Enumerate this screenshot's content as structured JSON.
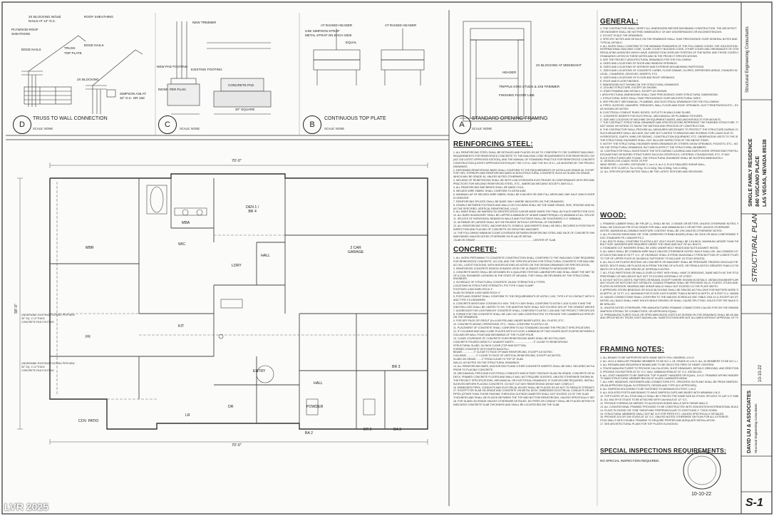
{
  "watermark": "LVR 2025",
  "sheet_number": "S-1",
  "date": "10-10-22",
  "titleblock": {
    "sheet_title": "STRUCTURAL PLAN",
    "firm_name": "DAVID LIU & ASSOCIATES",
    "firm_sub": "Structural Engineering Consultants",
    "project_line1": "SINGLE FAMILY RESIDENCE",
    "project_line2": "840 VISCANO PLACE",
    "project_line3": "LAS VEGAS, NEVADA 89138"
  },
  "details": [
    {
      "id": "D",
      "title": "TRUSS TO WALL CONNECTION",
      "scale": "SCALE: NONE"
    },
    {
      "id": "C",
      "title": "",
      "scale": "SCALE: NONE"
    },
    {
      "id": "B",
      "title": "CONTINUOUS TOP PLATE",
      "scale": "SCALE: NONE"
    },
    {
      "id": "A",
      "title": "STANDARD OPENING FRAMING",
      "scale": "SCALE: NONE"
    }
  ],
  "detail_labels": {
    "d1": "2X BLOCKING W/16d",
    "d2": "NAILS AT 12\" O.C.",
    "d3": "PLYWOOD ROOF",
    "d4": "SHEATHING",
    "d5": "ROOF SHEATHING",
    "d6": "EDGE NAILS",
    "d7": "TRUSS",
    "d8": "TOP PLATE",
    "d9": "EDGE NAILS",
    "d10": "2X BLOCKING",
    "d11": "SIMPSON A35 AT",
    "d12": "32\" O.C. OR 16d",
    "c1": "NEW TRIMMER",
    "c2": "EXISTING FOOTING",
    "c3": "NEW PAD FOOTING",
    "c4": "CONCRETE PAD",
    "c5": "REINF. PER PLAN",
    "c6": "20\" SQUARE",
    "b1": "USE SIMPSON STRAP",
    "b2": "METAL STRAP ON EACH SIDE",
    "b3": "EQUAL",
    "b4": "AT RAISED HEADER",
    "b5": "AT RAISED HEADER",
    "a1": "HEADER",
    "a2": "TRIPPLE KING STUDS & 4X6 TRIMMER",
    "a3": "FINISHED FLOOR LINE",
    "a4": "2X BLOCKING AT MIDHEIGHT"
  },
  "plan": {
    "dim_top": "70'-0\"",
    "dim_bottom": "70'-0\"",
    "dim_left": "58'-0\"",
    "rooms": [
      {
        "name": "MBR",
        "sub": ""
      },
      {
        "name": "MBA",
        "sub": ""
      },
      {
        "name": "DEN 1 /",
        "sub": "BR 4"
      },
      {
        "name": "2 CAR",
        "sub": "GARAGE"
      },
      {
        "name": "HALL",
        "sub": ""
      },
      {
        "name": "LDRY",
        "sub": ""
      },
      {
        "name": "WIC",
        "sub": ""
      },
      {
        "name": "KIT",
        "sub": ""
      },
      {
        "name": "FR",
        "sub": ""
      },
      {
        "name": "ENTRY",
        "sub": ""
      },
      {
        "name": "HALL",
        "sub": ""
      },
      {
        "name": "LR",
        "sub": ""
      },
      {
        "name": "DR",
        "sub": ""
      },
      {
        "name": "BR 3",
        "sub": ""
      },
      {
        "name": "BR 2",
        "sub": ""
      },
      {
        "name": "BA 2",
        "sub": ""
      },
      {
        "name": "BA 3",
        "sub": ""
      },
      {
        "name": "POWDER",
        "sub": ""
      },
      {
        "name": "COV. PATIO",
        "sub": ""
      }
    ],
    "footing_notes": [
      "UNDERMINE EXISTING FOOTING PER NEW",
      "30\" SQ. X 12\"THICK",
      "CONCRETE PAD FOOTING"
    ]
  },
  "sections": {
    "general": "GENERAL:",
    "reinforcing": "REINFORCING STEEL:",
    "concrete": "CONCRETE:",
    "wood": "WOOD:",
    "framing": "FRAMING NOTES:",
    "inspections": "SPECIAL INSPECTIONS REQUIREMENTS:",
    "inspections_text": "NO SPECIAL INSPECTION REQUIRED."
  },
  "notes": {
    "general": [
      "1. THE CONTRACTOR SHALL VERIFY ALL DIMENSIONS BEFORE BEGINNING CONSTRUCTION. THE ARCHITECT",
      "   OR ENGINEER SHALL BE NOTIFIED IMMEDIATELY OF ANY DISCREPANCIES OR INCONSISTENCIES.",
      "2. DO NOT SCALE THE DRAWINGS.",
      "3. SPECIFIC NOTES AND DETAILS ON THE DRAWINGS SHALL TAKE PRECEDENCE OVER GENERAL NOTES AND",
      "   TYPICAL DETAILS.",
      "4. ALL WORK SHALL CONFORM TO THE MINIMUM STANDARDS OF THE FOLLOWING CODES: THE 2018 EDITION OF",
      "   INTERNATIONAL BUILDING CODE, CLARK COUNTY BUILDING CODE, OTHER CODES AND ORDINANCES OF OTHER",
      "   REGULATING AGENCIES WHICH HAVE JURISDICTION OVER ANY PORTION OF THE WORK, AND THOSE CODES AND",
      "   STANDARDS LISTED IN THESE NOTES AND IN THE PROJECT SPECIFICATIONS.",
      "5. SEE THE PROJECT ARCHITECTURAL DRAWINGS FOR THE FOLLOWING:",
      "   A. SIZES AND LOCATIONS OF DOOR AND WINDOW OPENINGS.",
      "   B. SIZES AND LOCATIONS OF INTERIOR AND EXTERIOR NON-BEARING PARTITIONS.",
      "   C. SIZES AND LOCATIONS OF CONCRETE CURBS, FLOOR DRAINS, SLOPES, DEPRESSED AREAS, CHANGES IN",
      "      LEVEL, CHAMFERS, GROOVES, INSERTS, ETC.",
      "   D. SIZES AND LOCATIONS OF FLOOR AND ROOF OPENINGS.",
      "   E. ROOF AND FLOOR FINISHES.",
      "   F. DIMENSIONS NOT SHOWN ON THE STRUCTURAL DRAWINGS.",
      "   G. CEILING STRUCTURE, EXCEPT AS SHOWN.",
      "   H. STAIR FRAMING AND DETAILS, EXCEPT AS SHOWN.",
      "   I. ARCHITECTURAL DIMENSIONS SHALL TAKE PRECEDENCE OVER STRUCTURAL DIMENSIONS.",
      "   J. STRUCTURAL SIZES SHALL TAKE PRECEDENCE OVER ARCHITECTURAL SIZES.",
      "6. SEE PROJECT MECHANICAL, PLUMBING, AND ELECTRICAL DRAWINGS FOR THE FOLLOWING:",
      "   A. PIPES, SLEEVES, HANGERS, TRENCHES, WALL FLOOR AND ROOF OPENINGS, DUCT PENETRATION ETC., EXCEPT",
      "      AS SHOWN OR NOTED.",
      "   B. ELECTRICAL CONDUIT RUNS, BOXES, OUTLETS IN WALLS AND SLABS.",
      "   C. CONCRETE INSERTS FOR ELECTRICAL, MECHANICAL OR PLUMBING FIXTURES.",
      "   D. SIZE AND LOCATION OF MACHINE OR EQUIPMENT BASES, AND ANCHOR BOLTS FOR MOUNTS.",
      "7. THE CONTRACT STRUCTURAL DRAWINGS AND SPECIFICATIONS REPRESENT THE FINISHED STRUCTURE. THEY DO",
      "   NOT SHOW OR INTEND TO SHOW THE METHOD AND PROCESS OF CONSTRUCTION.",
      "8. THE CONTRACTOR SHALL PROVIDE ALL MEASURES NECESSARY TO PROTECT THE STRUCTURE DURING CONSTRUCTION.",
      "   SUCH MEASURES SHALL INCLUDE, BUT ARE NOT LIMITED TO BRACING AND SHORING FOR LOADS DUE TO",
      "   HYDROSTATIC, EARTH, WIND OR SEISMIC, CONSTRUCTION EQUIPMENT, ETC. OBSERVATION VISITS TO THE SITE BY",
      "   THE STRUCTURAL ENGINEER SHALL NOT INCLUDE INSPECTION OF THE ABOVE ITEMS.",
      "9. NOTIFY THE STRUCTURAL ENGINEER WHEN DRAWINGS BY OTHERS SHOW OPENINGS, POCKETS, ETC., NOT SHOWN",
      "   ON THE STRUCTURAL DRAWINGS, BUT WHICH AFFECT THE STRUCTURAL MEMBERS.",
      "10. CONTRACTOR SHALL INVESTIGATE THE SITE DURING CLEARING AND EARTH WORK OPERATIONS FOR FILLED",
      "   EXCAVATIONS OR BURIED STRUCTURES SUCH AS CESSPOOLS, CISTERNS, FOUNDATIONS, ETC. IF ANY",
      "   SUCH STRUCTURES ARE FOUND, THE STRUCTURAL ENGINEER SHALL BE NOTIFIED IMMEDIATELY.",
      "11. DESIGN LIVE LOADS: ROOF  20 PSF",
      "   WIND SPEED = 115 MPH, EXPOSURE C, Iw=1.0, Ie=1.0, R=6.5 FINALIZED SHEAR WALL,",
      "   SEISMIC SITE CLASS D, Ss=1.031g, S1=0.342g, Sds=0.563g, Sd1=0.283g.",
      "12. ALL SPECIFICATIONS NOTED SHALL BE THE LATEST EDITIONS AND REVISIONS."
    ],
    "reinforcing": [
      "1. ALL REINFORCING STEEL SHALL BE DETAILED AND PLACED SO AS TO CONFORM TO THE CURRENT BUILDING CODE",
      "   REQUIREMENTS FOR REINFORCED CONCRETE TO THE BUILDING CODE REQUIREMENTS FOR REINFORCED CONCRETE",
      "   (ACI 318 LATEST APPROVED EDITION), AND THE MANUAL OF STANDARD PRACTICE FOR REINFORCED CONCRETE",
      "   CONSTRUCTION (LATEST APPROVED EDITION) BY THE C.R.S.I. AND THE W.C.R.S.I., AS MODIFIED BY THE PROJECT",
      "   DRAWINGS.",
      "2. DEFORMED REINFORCING BARS SHALL CONFORM TO THE REQUIREMENTS OF ASTM A-615 GRADE 60, EXCEPT",
      "   FOR TIES, STIRRUPS AND REINFORCING BARS IN NON-STRUCTURAL CONCRETE SUCH AS SLABS ON GRADE,",
      "   WHICH MAY BE GRADE 40, UNLESS NOTED OTHERWISE.",
      "3. WELDING OF REINFORCING SHALL BE WITH LOW-HYDROGEN ELECTRODES IN CONFORMANCE WITH RECOMMENDED",
      "   PRACTICES FOR WELDING REINFORCED STEEL, ETC., AMERICAN WELDING SOCIETY, AWS D1.4.",
      "4. ALL REINFORCING BAR BENDS SHALL BE MADE COLD.",
      "5. WELDED WIRE FABRIC SHALL CONFORM TO ASTM A185.",
      "6. MINIMUM LAP OF WELDED WIRE FABRIC SHALL BE 8 INCHES OR ONE FULL MESH AND ONE HALF, WHICH EVER",
      "   IS GREATER.",
      "7. REINFORCING SPLICES SHALL BE MADE ONLY WHERE INDICATED ON THE DRAWINGS.",
      "8. DOWELS BETWEEN FOOTINGS AND WALLS OR COLUMNS SHALL BE THE SAME GRADE, SIZE, SPACING AND NUMBER",
      "   AS THE SPECIFIED, VERTICAL REINFORCING, U.N.O.",
      "9. ALL BARS SHALL BE MARKED SO IDENTIFICATION CAN BE MADE WHEN THE FINAL IN-PLACE INSPECTION OCCURS.",
      "10. ALL BARS IN MASONRY SHALL BE LAPPED A MINIMUM OF 48 BAR DIAMETERS(48 x D) MINIMUM AT ALL SPLICES, U.N.O.",
      "11. SPLICES OF HORIZONTAL REBARS IN WALLS AND FOOTINGS SHALL BE STAGGERED 4'-0\" MINIMUM.",
      "12. #5 REBAR OR LARGER SHALL NOT BE RE-BENT WITHOUT APPROVAL OF ENGINEER.",
      "13. ALL REINFORCING STEEL, ANCHOR BOLTS, DOWELS, AND INSERTS SHALL BE WELL SECURED IN POSITION PRIOR TO",
      "   INSPECTION AND PLACING OF CONCRETE OR GROUTING MASONRY.",
      "14. THE FOLLOWING MINIMUM CLEAR COVERAGE BETWEEN REINFORCING STEEL AND FACE OF CONCRETE SHALL BE",
      "   MAINTAINED UNLESS NOTED OTHERWISE ON PLAN OR DETAIL:",
      "   -SLAB ON GRADE .................................................................................CENTER OF SLAB",
      "   -CONCRETE BELOW GRADE, FORMED ....................................................................3 INCHES",
      "   -CONCRETE BELOW GRADE, UNFORMED/POURED AGAINST EARTH ....................................3 INCHES"
    ],
    "concrete": [
      "1. ALL WORK PERTAINING TO CONCRETE CONSTRUCTION SHALL CONFORM TO THE 'BUILDING CODE REQUIREMENTS",
      "   FOR REINFORCED CONCRETE', ACI 318, AND THE 'SPECIFICATIONS FOR STRUCTURAL CONCRETE FOR BUILDINGS',",
      "   ACI 301, LATEST EDITIONS, WITH MODIFICATIONS AS NOTED ON THE DESIGN DRAWINGS OR SPECIFICATION.",
      "2. REINFORCED CONCRETE DESIGN IS BASED UPON THE ULTIMATE STRENGTH DESIGN METHOD.",
      "3. CONCRETE MIXES SHALL BE DESIGNED BY A QUALIFIED TESTING LABORATORY AND SHALL BEAR THE WET SEAL",
      "   OF A CIVIL ENGINEER LICENSED IN THE STATE OF NEVADA. THEY SHALL BE REVIEWED BY THE STRUCTURAL",
      "   ENGINEER.",
      "4. SCHEDULE OF STRUCTURAL CONCRETE 28-DAY STRENGTHS & TYPES:",
      "   LOCATIONS IN STRUCTURE      STRENGTH, PSI         TYPE V        MAX.SLUMP",
      "   FOOTINGS                       4,500                HARD ROCK        4\"",
      "   SLAB ON GRADE                  4,500                HARD ROCK        4\"",
      "5. PORTLAND CEMENT SHALL CONFORM TO THE REQUIREMENTS OF ASTM C-150, TYPE II IF IN CONTACT WITH SOIL,",
      "   AND TYPE V ELSEWHERE.",
      "6. CONCRETE MIXES MAY CONTAIN FLY ASH. THE FLY ASH SHALL CONFORM TO ASTM C-618 CLASS F AND THE",
      "   IGNITION LOSS SHALL BE LIMITED TO 3%. THE ADDITIVE RATE SHALL NOT EXCEED 15% OF THE CEMENT WEIGHT.",
      "7. AGGREGATE FOR LIGHTWEIGHT CONCRETE SHALL CONFORM TO ASTM C-330 AND THE PROJECT SPECIFICATIONS.",
      "8. FORMS FOR THE CONCRETE SHALL BE LAID OUT AND CONSTRUCTED TO PROVIDE THE CAMBERS AS SPECIFIED",
      "   ON THE DRAWINGS.",
      "9. FOR DRY PACK OR GROUT (f'c=4,000 PSI) AND UNDER BASEPLATES, SILL PLATES, ETC.",
      "10. CONCRETE MIXING OPERATIONS, ETC., SHALL CONFORM TO ASTM C-94.",
      "11. PLACEMENT OF CONCRETE SHALL CONFORM TO ACI STANDARD 304 AND THE PROJECT SPECIFICATIONS.",
      "12. IF COLUMNS AND WALLS ARE PLACED WITH A FLOOR, A MINIMUM OF TWO HOURS MUST ELAPSE BETWEEN END OF",
      "   COLUMN OR WALL POUR AND BEGINNING OF THE FLOOR POUR.",
      "13. CLEAR COVERAGE OF CONCRETE OVER REINFORCING BARS SHALL BE AS FOLLOWS:",
      "   CONCRETE POURED DIRECTLY AGAINST EARTH .......................... 3\" CLEAR TO REINFORCING",
      "   STRUCTURAL SLABS, 3/4 INCH CLEAR (TOP AND BOTTOM).",
      "   FORMED CONCRETE WITH EARTH BACKFILL:",
      "   BEAMS .............. 2\" CLEAR TO FACE OF MAIN REINFORCING, EXCEPT AS NOTED.",
      "   COLUMNS ............ 2\" CLEAR TO FACE OF VERTICAL REINFORCING, EXCEPT AS NOTED.",
      "   SLABS ON GRADE ...... 2\" FROM CLEAR TO TOP OF SLAB.",
      "   WALLS, AS NOTED ON THE STRUCTURAL DRAWINGS.",
      "14. ALL REINFORCING BARS, ANCHOR BOLTS AND OTHER CONCRETE INSERTS SHALL BE WELL SECURED IN PLACE",
      "   PRIOR TO PLACING CONCRETE.",
      "15. MECHANICAL PIPES AND ELECTRICAL CONDUITS WHICH PASS THROUGH SLAB ON GRADE, CONCRETE OR MORTAR,",
      "   DECK, FRAMED CONCRETE FLOORS AND WALLS WILL NOT REQUIRE SLEEVES, UNLESS OTHERWISE SHOWN IN",
      "   THE PROJECT SPECIFICATIONS, MECHANICAL OR ELECTRICAL DRAWINGS. IF SLEEVES ARE REQUIRED, INSTALL",
      "   SLEEVES BEFORE PLACING CONCRETE. DO NOT CUT ANY REINFORCING WHICH MAY CONFLICT.",
      "16. EMBEDDED PIPES, CONDUITS AND ELECTRICAL BOXES SHALL BE PLACED SO AS NOT TO REDUCE STRENGTH.",
      "17. EXCEPT FOR SLAB ON GRADE AND CONCRETE ON METAL DECK, EMBEDDED ELECTRICAL CONDUITS OR MECHANICAL",
      "   PIPES (OTHER THAN THOSE PASSING THROUGH) OUTSIDE DIAMETER SHALL NOT EXCEED 1/3 OF THE SLAB",
      "   THICKNESS AND SHALL BE PLACED BETWEEN THE TOP AND BOTTOM REINFORCING, UNLESS SPECIFICALLY DETAILED.",
      "18. FOR SLABS ON GRADE UNLESS OTHERWISE DETAILED, NO PIPES OR CONDUIT SHALL BE PLACED WITHIN THE",
      "   INDICATED CONCRETE SLAB THICKNESS AND SHALL BE LOCATED BELOW THE SLAB."
    ],
    "wood": [
      "1. FRAMING LUMBER SHALL BE FIR (DF-L), SHALL BE NO. 2 GRADE OR BETTER, UNLESS OTHERWISE NOTED. STUDS",
      "   SHALL BE DOUGLAS FIR STUD GRADE FOR WALL AND MINIMUM NO.2 OR BETTER, UNLESS OTHERWISE",
      "   NOTED. MAXIMUM ALLOWABLE MOISTURE CONTENT SHALL BE 19% UNLESS OTHERWISE NOTED.",
      "2. ALL PLYWOOD SHEATHING OR \"OSB\" (ORIENTED STRAND BOARD) SHALL BE 32/16 OR 48/24 CONFORMING TO PRODUCT",
      "   DOC STANDARD PS 1 AND/OR PS 2.",
      "3. ALL BOLTS SHALL CONFORM TO ASTM A-307. BOLT HOLES SHALL BE 1/16 INCH. MAXIMUM LARGER THAN THE",
      "   BOLT SIZE. WASHERS ARE REQUIRED UNDER THE HEAD AND NUT OF ALL BOLTS.",
      "4. STANDARD CUT WASHERS SHALL BE USED UNDER BOLT HEADS AND NUTS AGAINST WOOD.",
      "5. ALL NAILS SHALL BE COMMON WIRE NAILS UNLESS OTHERWISE NOTED. NAILS SHALL BE: 16d COMMON 1/2\"-IN SPACE",
      "   AT EACH END AND AT 25 FT. O.C. (IF ON BRACE SHALL EXTEND DIAGONALLY FROM BOTTOM OF LOWEST PLATE",
      "   TO TOP OF UPPER PLATE AT AN ANGLE SUFFICIENT TO INCLUDE 1/3 STUD SPACES).",
      "6. ALL SILLS OR PLATES RESTING ON CONCRETE OR MASONRY SHALL BE PRESSURE TREATED DOUGLAS FIR OR RED",
      "   WOOD. BOLTS SHALL BE PLACED IN IN FROM THE END OF A PLATE, OR FROM A NOTCH GREATER THAN 1/3 THE",
      "   WIDTH OF A PLATE, AND SPACED AT INTERVALS NOTED.",
      "7. ALL STUD PARTITIONS OR WALLS OVER 10 FEET HIGH SHALL HAVE 2X BRIDGING, SAME WIDTH AS THE STUD,",
      "   PREFERABLY AT MID-HEIGHT BUT NOT TO EXCEED INTERVALS OF 8 FEET.",
      "8. DO NOT NOTCH JOISTS, RAFTERS OR BEAMS, EXCEPT WHERE SHOWN IN DETAILS. OBTAIN ENGINEER'S APPROVAL FOR",
      "   ANY HOLES OR NOTCHES NOT DETAILED. DOUBLE FRAMING SHALL BE PROVIDED SILLS, PLATES, STUDS AND DOUBLE",
      "   PLATES IN INTERIOR, BEARING AND SHEAR WALLS SHALL NOT EXCEED 1/3 THE PLATE WIDTH.",
      "9. APPROVED CROSS-BRIDGING OR SOLID BLOCKING SHALL BE SPACED AS FOLLOWS FOR RAFTERS MORE THAN 8 INCHES",
      "   IN DEPTH, AT 10 FT. O.C. MAXIMUM FOR FLOOR JOISTS MORE THAN 8 INCHES IN DEPTH, AT 8 FEET O.C. MAXIMUM.",
      "10. NAILED CONNECTIONS SHALL CONFORM TO THE NAILING SCHEDULE (IBC TABLE 2304.10.1) EXCEPT AS OTHERWISE",
      "   NOTED. ALL NAILS SHALL HAVE HOLES WHILE DRIVING OR SHALL CAUSE SPLITTING, HOLES FOR THE NAILS SHALL",
      "   BE DRILLED.",
      "11. UNLESS NOTED OTHERWISE, PRE-MANUFACTURED FRAMING CONNECTORS CALLED FOR ON THE DRAWINGS SHALL BE",
      "   SIMPSON STRONG-TIE CONNECTORS, OR APPROVED EQUAL.",
      "12. PREMANUFACTURED SOLID OR OPEN WEB WOOD JOISTS AS SHOWN ON THE DRAWINGS SHALL BE AS MANUFACTURED",
      "   AND SPECIFIED BY TRUSS JOIST MACMILLAN. SUBSTITUTIONS ARE NOT ALLOWED WITHOUT APPROVAL OF THE ARCHITECT."
    ],
    "framing": [
      "1. ALL BEAMS TO BE SUPPORTED WITH SAME WIDTH FULL BEARING, U.N.O.",
      "2. ALL 4X12 & SMALLER FRAMING MEMBERS TO BE W.C.L.I.B. GRADE #1 U.N.O. ALL 4X MEMBERS TO BE W.C.L.I.B. #1.",
      "3. ALL RESAWN AND RESURFACE BEAMS ARE TO BE SELECTED FREE OF HEART CENTERS.",
      "4. TRUSS MANUFACTURER TO PROVIDE CALCULATION, SHOP DRAWINGS, DETAILS, BRIDGING, AND ERECTION BRACING.",
      "5. PROVIDE 2X6 RAFTERS AT 24\" O.C. MAX. MINIMUM SPAN AT 24\" O.C. INSTALLED.",
      "6. ALL JOIST HANGERS TO BE SIMPSON \"TOP FLANGE\" HANGERS OR EQUAL, U.N.O. FRAMING WITHIN HEADERS",
      "   TO MAIN STRUCTURAL MEMBER BELOW AT GLUED LAMINATED BEAM.",
      "7. ALL HDR, WINDOWS, FASTENERS AND CONNECTORS ETC. SPECIFIED ON PLANS SHALL BE FROM SIMPSON CO.",
      "   OR AN APPROVED EQUAL IN STRENGTH, DESIGN AND TYPE (ICC APPROVED).",
      "8. ALL SIMPSON HOLDOWNS TO BE FASTENED TO MINIMUM 4X4 POST, U.N.O.",
      "9. ALL ISOLATED POSTS AND BEAMS TO HAVE SIMPSON CAPS AND BASES WITH MINIMUM U.N.O.",
      "10. TOP PLATES OF ALL STUD WALLS SHALL BE 2 PIECES THE SAME SIZE AS STUDS. SPLICES TO LAP 4'-0\" MINIMUM.",
      "11. ALL MULTIPLE STUDS TO BE ATTACHED WITH 16d NAILS AT 12\" O.C.",
      "12. PROVIDE FURRING AS NEEDED TO ALIGN NON-SHEAR WALLS WITH SHEAR WALLS.",
      "13. ALL CONVENTIONAL FRAMING PROVIDED TO BE CONSTRUCTED WITH 2018 EDITION INTERNATIONAL BUILDING CODE.",
      "14. PLACE PLYWOOD OR \"OSB\" SHEATHING PERPENDICULAR TO JOISTS AND 1\" THICK DOWN.",
      "15. STRUCTURAL MEMBERS SHALL NOT BE CUT FOR PIPES ETC. UNLESS SPECIFICALLY DETAILED.",
      "16. PROVIDE 2X4 OR 2X6 STUDS AT 16\" O.C. UNLESS NOTED OTHERWISE ON PLAN FOR ALL EXTERIOR",
      "   STUD WALLS WITH DOUBLE FRAMING TO REQUIRE PROPER AND ADEQUATE INSTALLATION.",
      "17. SEE ARCHITECTURAL PLANS FOR TOP PLATES ELEVATION."
    ]
  },
  "colors": {
    "ink": "#222222",
    "paper": "#fbfbfa",
    "light_line": "#999999"
  }
}
